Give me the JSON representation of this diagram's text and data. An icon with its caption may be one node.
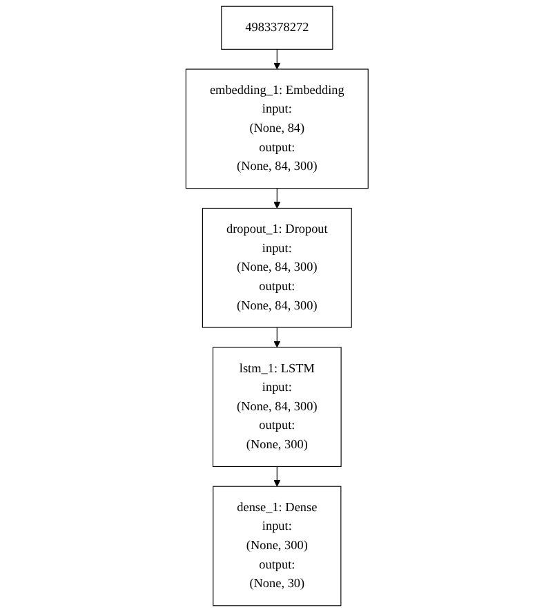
{
  "diagram": {
    "nodes": [
      {
        "text": [
          "4983378272"
        ]
      },
      {
        "text": [
          "embedding_1: Embedding",
          "input:",
          "(None, 84)",
          "output:",
          "(None, 84, 300)"
        ]
      },
      {
        "text": [
          "dropout_1: Dropout",
          "input:",
          "(None, 84, 300)",
          "output:",
          "(None, 84, 300)"
        ]
      },
      {
        "text": [
          "lstm_1: LSTM",
          "input:",
          "(None, 84, 300)",
          "output:",
          "(None, 300)"
        ]
      },
      {
        "text": [
          "dense_1: Dense",
          "input:",
          "(None, 300)",
          "output:",
          "(None, 30)"
        ]
      }
    ],
    "edges": [
      {
        "from": 0,
        "to": 1,
        "arrow": "to"
      },
      {
        "from": 1,
        "to": 2,
        "arrow": "to"
      },
      {
        "from": 2,
        "to": 3,
        "arrow": "to"
      },
      {
        "from": 3,
        "to": 4,
        "arrow": "to"
      }
    ]
  }
}
